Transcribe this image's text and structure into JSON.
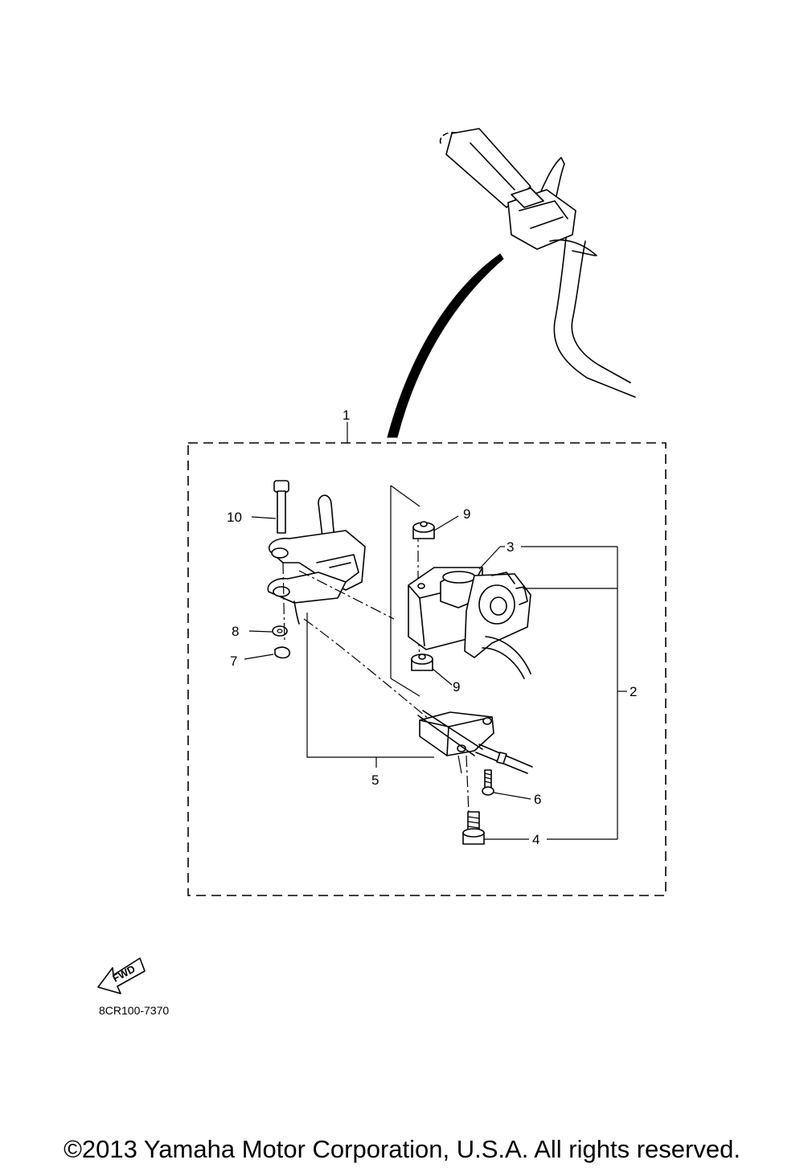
{
  "diagram": {
    "callouts": {
      "c1": "1",
      "c2": "2",
      "c3": "3",
      "c4": "4",
      "c5": "5",
      "c6": "6",
      "c7": "7",
      "c8": "8",
      "c9a": "9",
      "c9b": "9",
      "c10": "10"
    },
    "fwd_label": "FWD",
    "diagram_code": "8CR100-7370"
  },
  "footer": {
    "copyright": "©2013 Yamaha Motor Corporation, U.S.A. All rights reserved."
  }
}
